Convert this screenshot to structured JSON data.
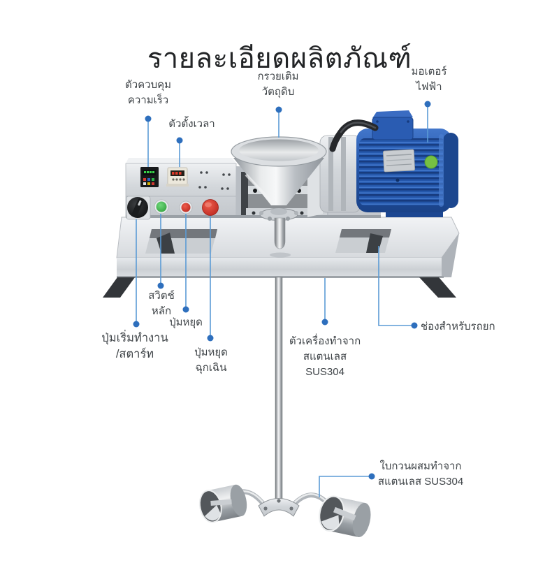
{
  "title": "รายละเอียดผลิตภัณฑ์",
  "callouts": {
    "speed_controller": {
      "line1": "ตัวควบคุม",
      "line2": "ความเร็ว"
    },
    "timer": {
      "line1": "ตัวตั้งเวลา"
    },
    "hopper": {
      "line1": "กรวยเติม",
      "line2": "วัตถุดิบ"
    },
    "motor": {
      "line1": "มอเตอร์",
      "line2": "ไฟฟ้า"
    },
    "main_switch": {
      "line1": "สวิตช์",
      "line2": "หลัก"
    },
    "stop_button": {
      "line1": "ปุ่มหยุด"
    },
    "start_button": {
      "line1": "ปุ่มเริ่มทำงาน",
      "line2": "/สตาร์ท"
    },
    "emergency_stop": {
      "line1": "ปุ่มหยุด",
      "line2": "ฉุกเฉิน"
    },
    "forklift_slot": {
      "line1": "ช่องสำหรับรถยก"
    },
    "machine_body": {
      "line1": "ตัวเครื่องทำจาก",
      "line2": "สแตนเลส SUS304"
    },
    "mixing_blade": {
      "line1": "ใบกวนผสมทำจาก",
      "line2": "สแตนเลส SUS304"
    }
  },
  "colors": {
    "callout_line": "#5b9bd5",
    "callout_dot": "#2e6fbd",
    "motor_blue": "#2558ac",
    "button_green": "#3db847",
    "button_red": "#cc2a2a",
    "label_text": "#3f4448"
  }
}
